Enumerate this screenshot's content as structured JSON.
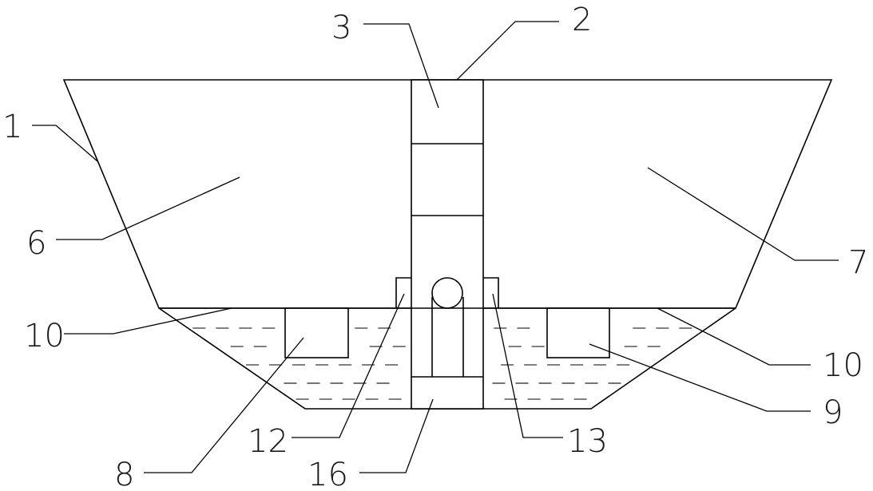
{
  "labels": {
    "l1": "1",
    "l2": "2",
    "l3": "3",
    "l6": "6",
    "l7": "7",
    "l8": "8",
    "l9": "9",
    "l10_left": "10",
    "l10_right": "10",
    "l12": "12",
    "l13": "13",
    "l16": "16"
  },
  "colors": {
    "stroke": "#000000",
    "background": "#ffffff"
  }
}
